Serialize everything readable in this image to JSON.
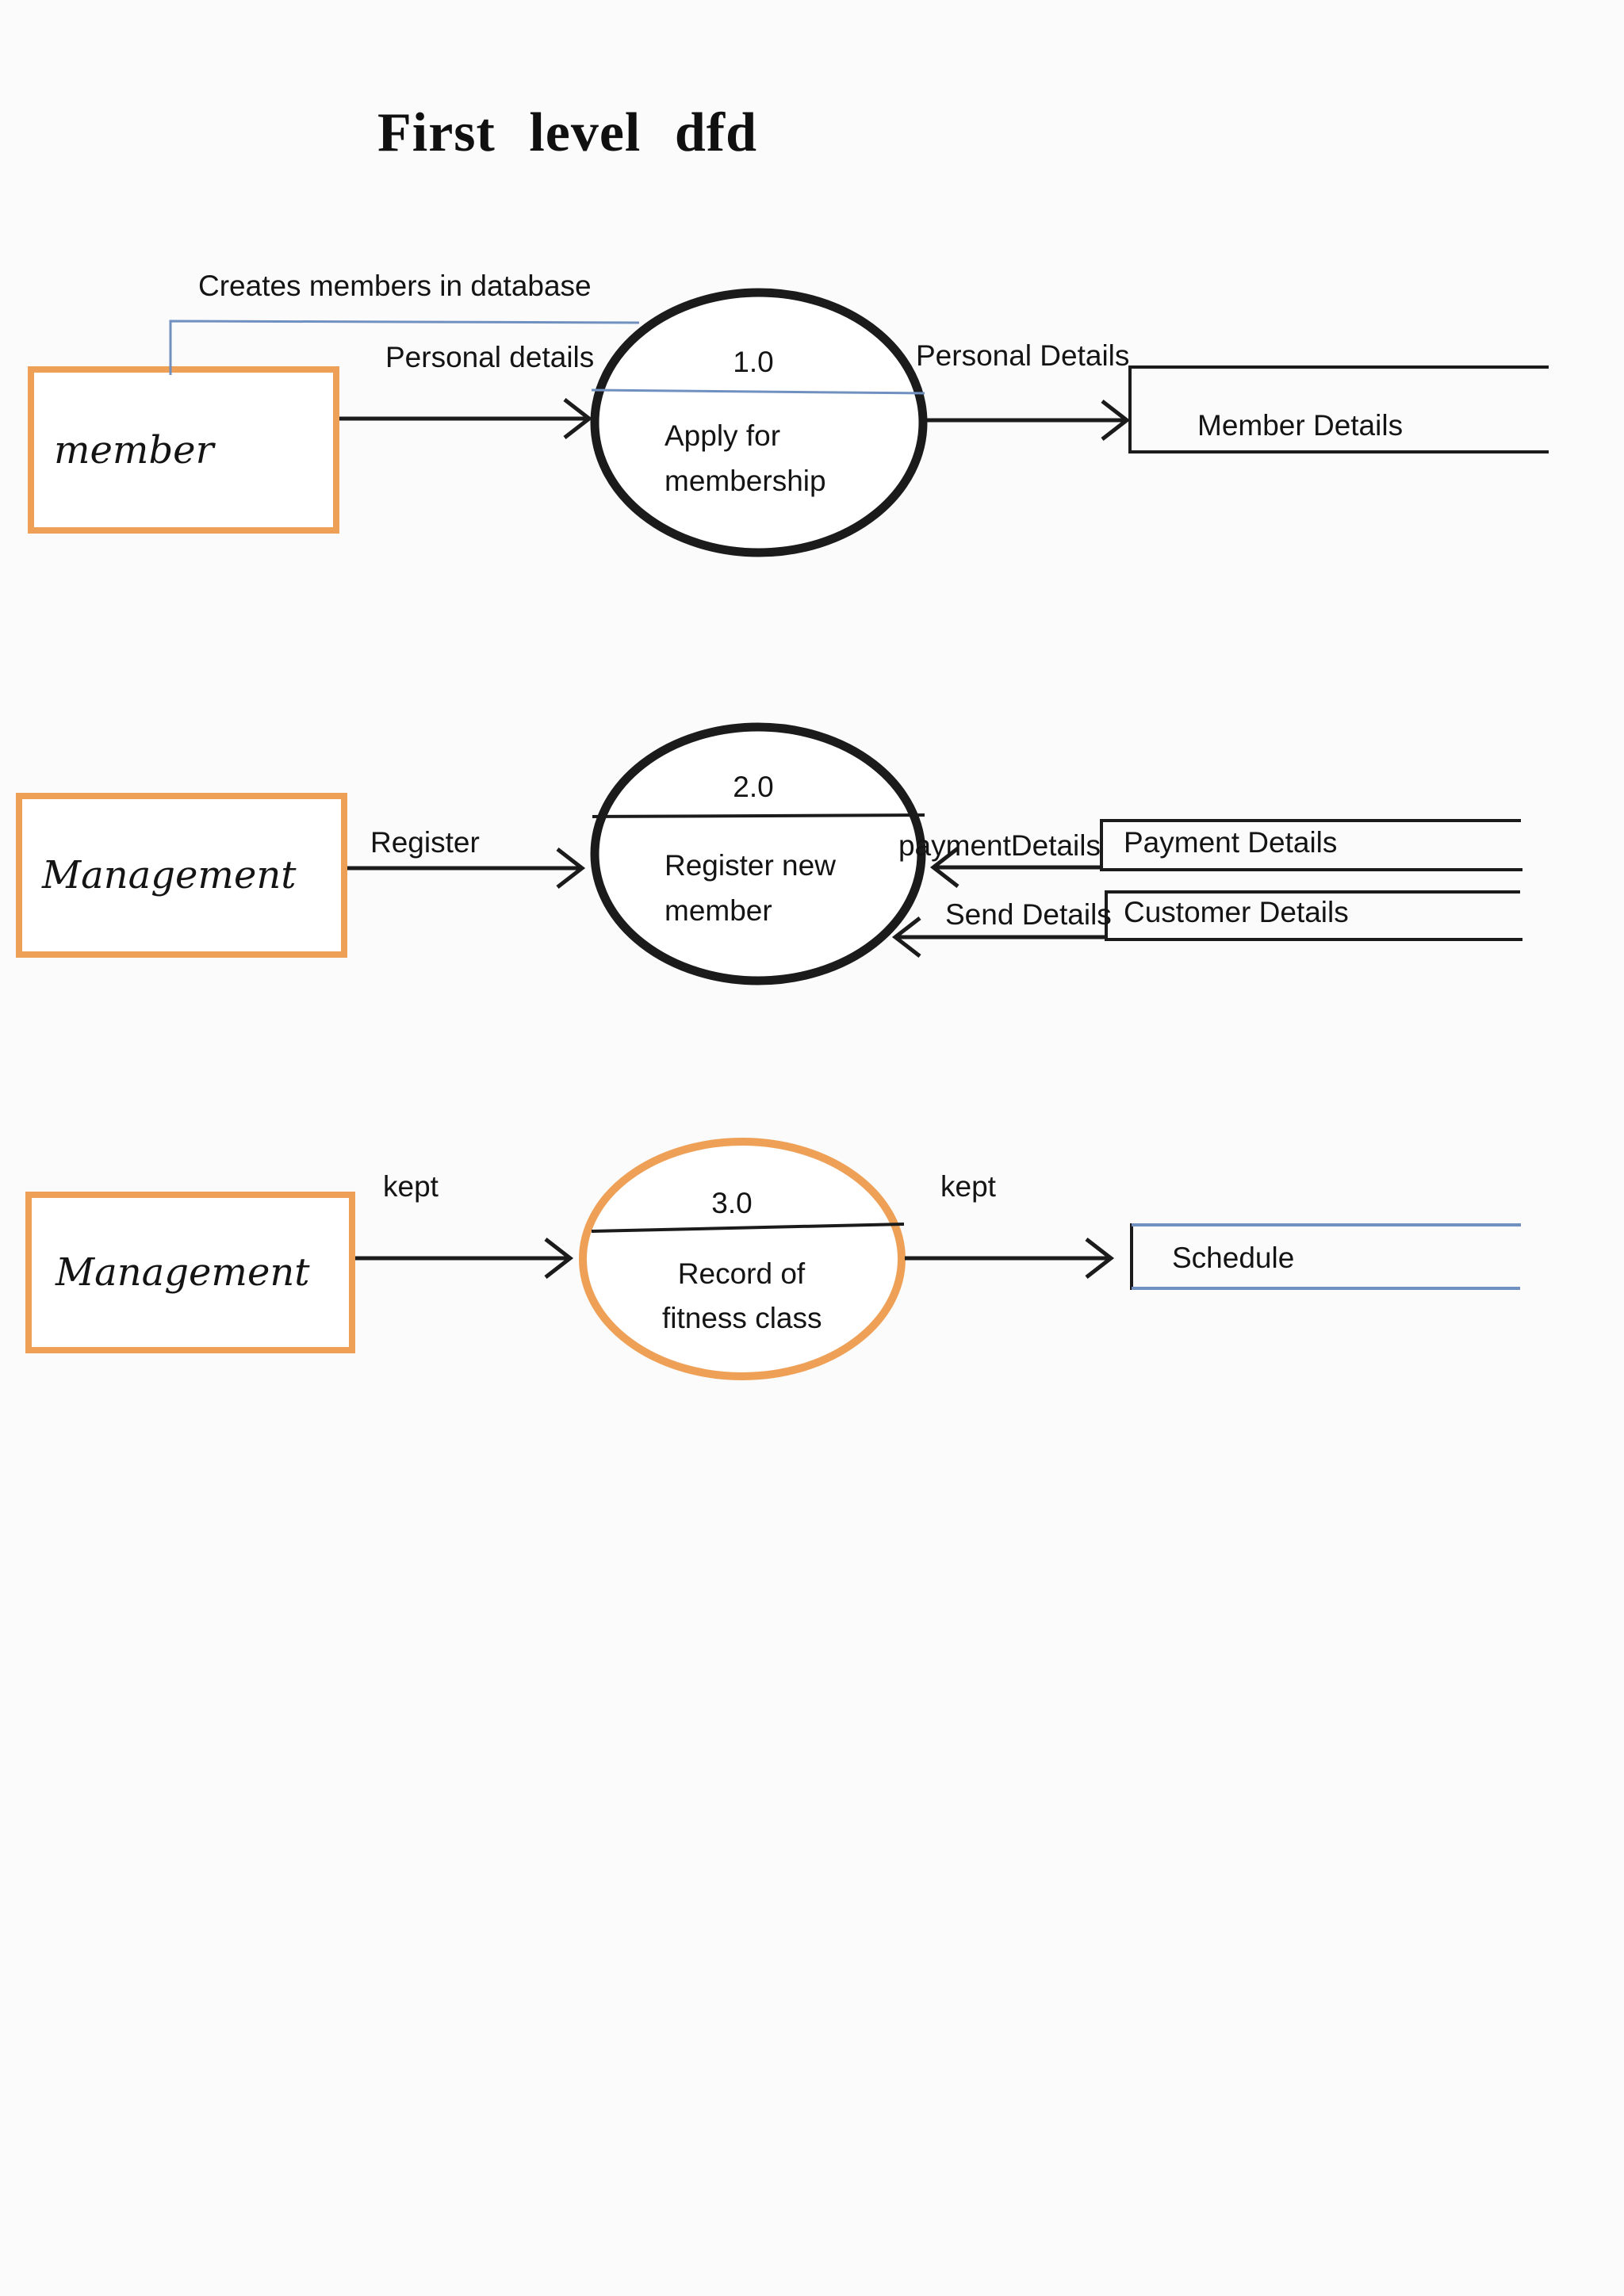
{
  "title": "First level dfd",
  "colors": {
    "orange": "#EFA057",
    "blue": "#7091C0",
    "ink": "#1B1B1B",
    "bg": "#FBFBFB"
  },
  "external_entities": [
    {
      "label": "member"
    },
    {
      "label": "Management"
    },
    {
      "label": "Management"
    }
  ],
  "processes": [
    {
      "number": "1.0",
      "line1": "Apply for",
      "line2": "membership"
    },
    {
      "number": "2.0",
      "line1": "Register new",
      "line2": "member"
    },
    {
      "number": "3.0",
      "line1": "Record of",
      "line2": "fitness class"
    }
  ],
  "data_stores": [
    {
      "label": "Member Details"
    },
    {
      "label": "Payment Details"
    },
    {
      "label": "Customer Details"
    },
    {
      "label": "Schedule"
    }
  ],
  "flow_labels": {
    "creates_members": "Creates members in database",
    "personal_details_lower": "Personal details",
    "personal_details_upper": "Personal Details",
    "register": "Register",
    "payment_word": "payment",
    "payment_details_suffix": "Details",
    "send_details": "Send Details",
    "kept_left": "kept",
    "kept_right": "kept"
  }
}
